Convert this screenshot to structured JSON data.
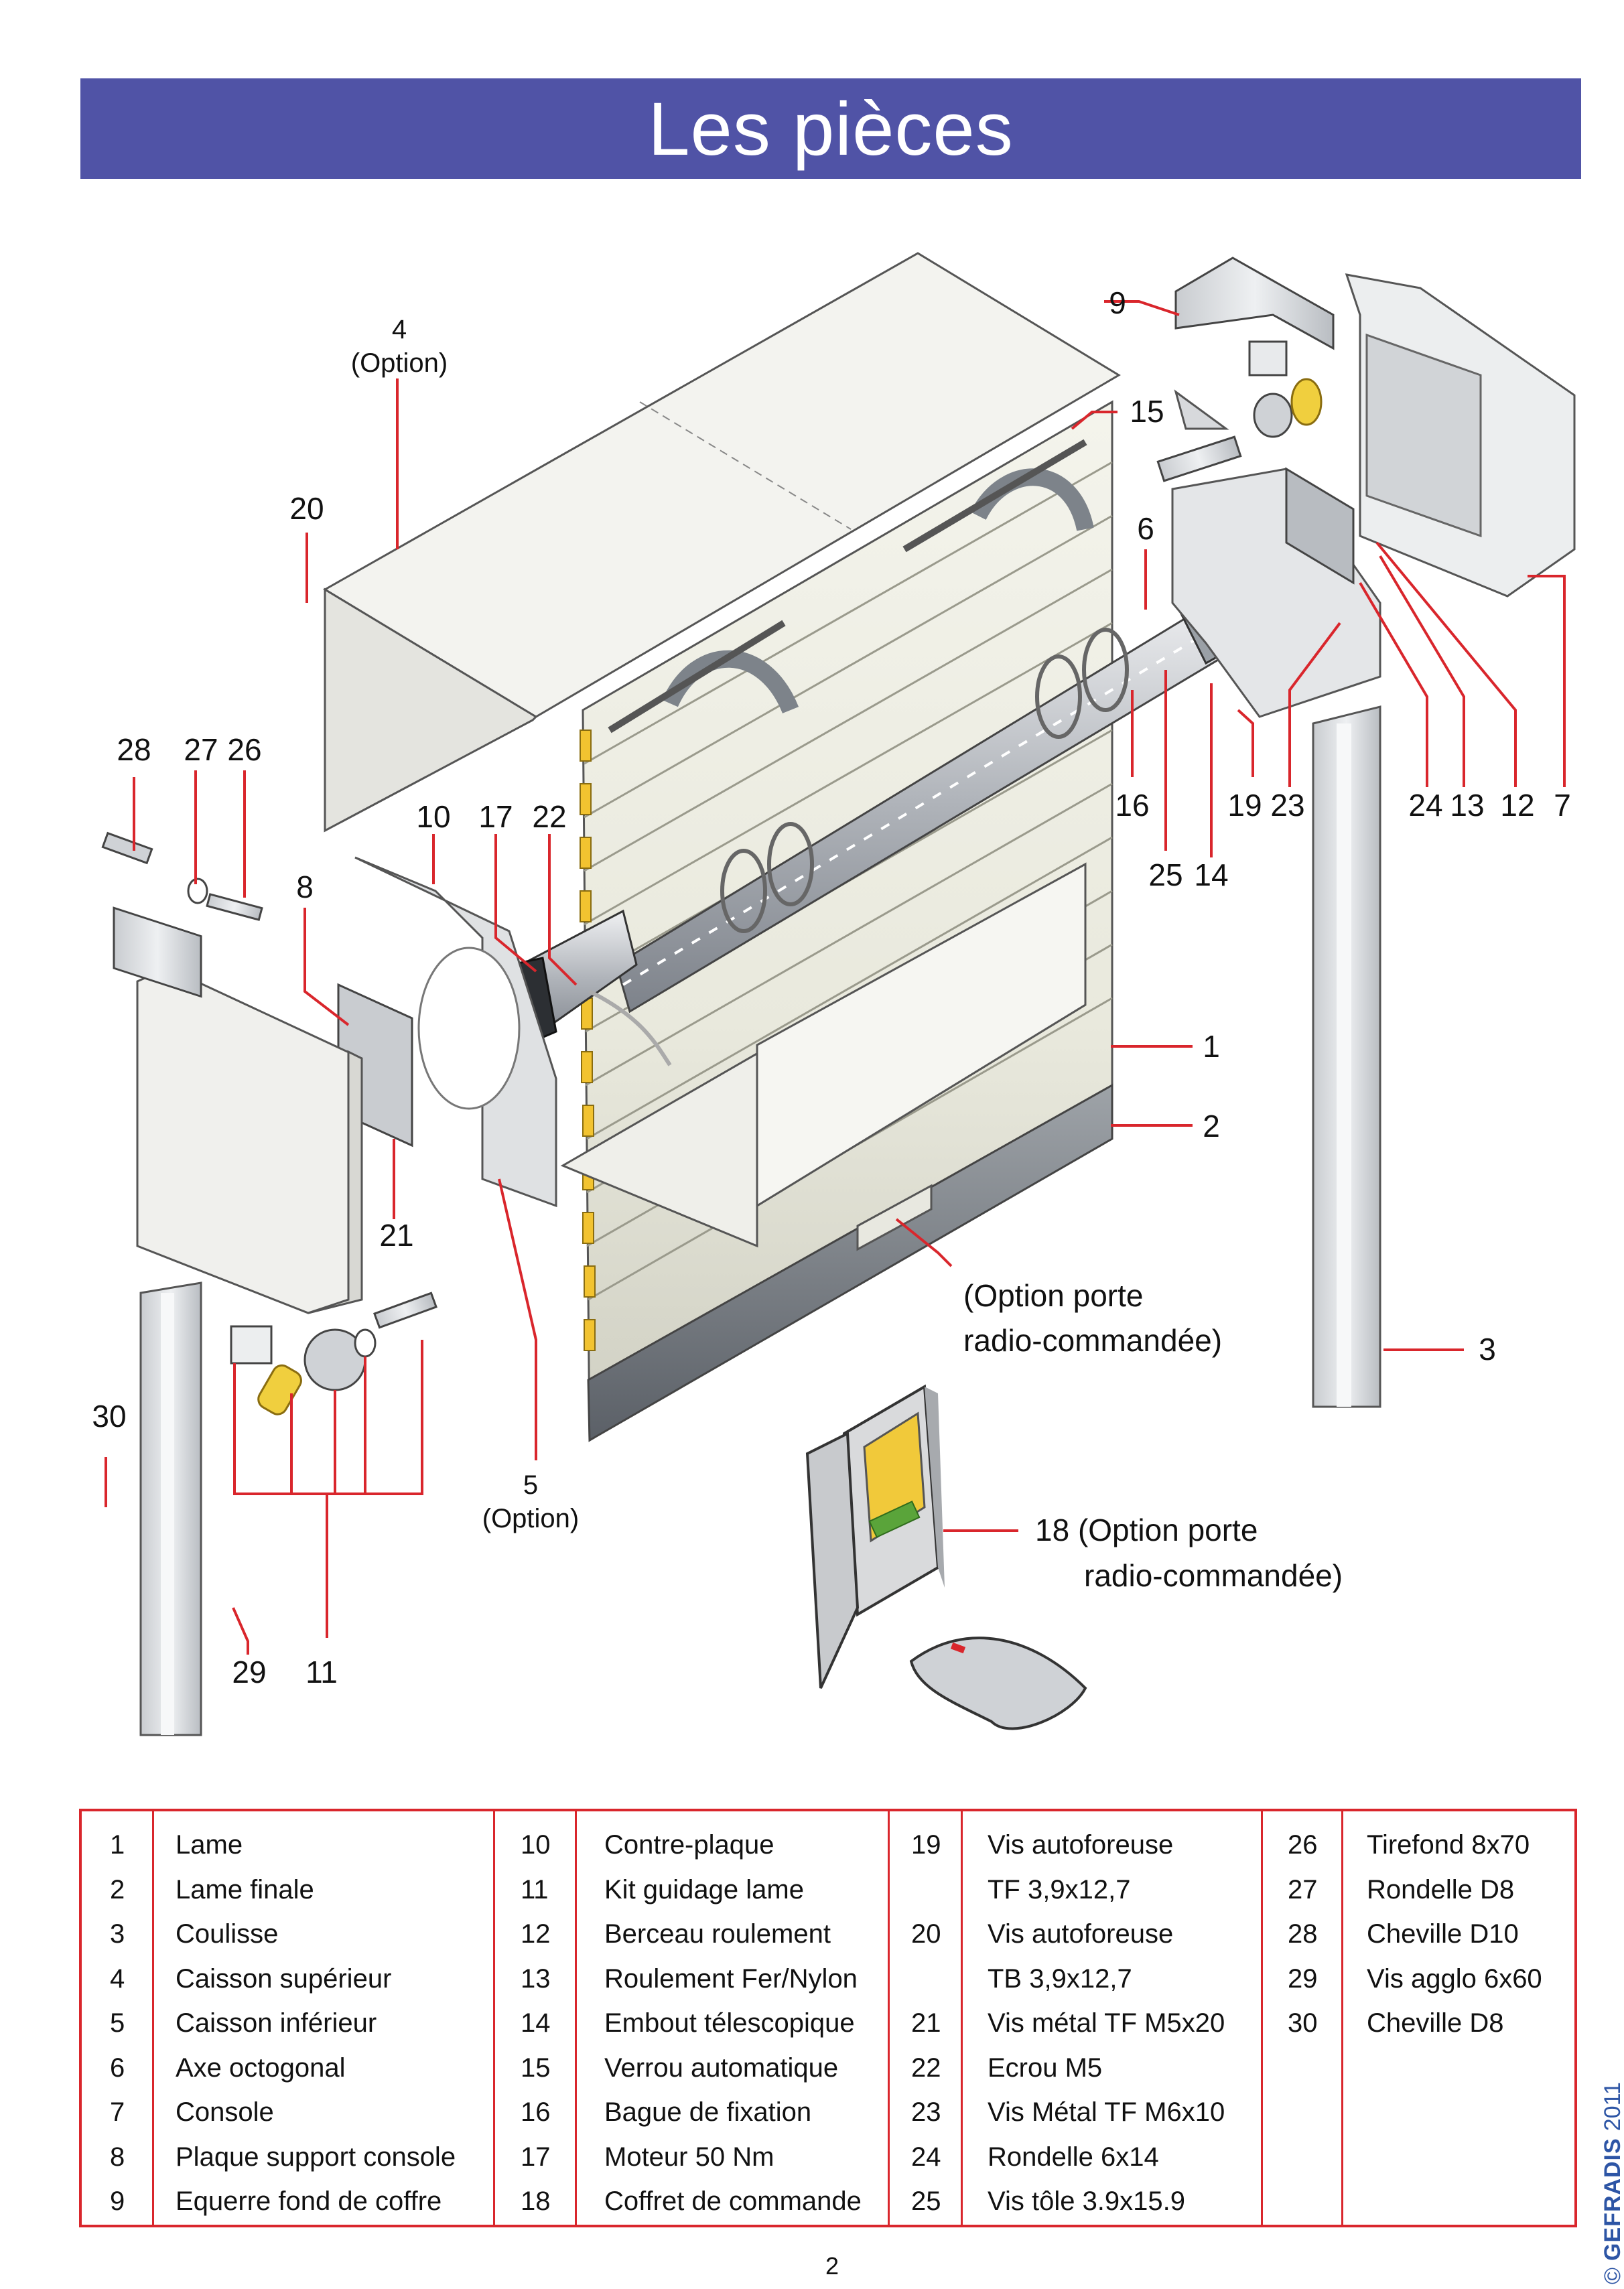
{
  "title": "Les pièces",
  "callouts": {
    "c1": "1",
    "c2": "2",
    "c3": "3",
    "c4": "4",
    "c4b": "(Option)",
    "c5": "5",
    "c5b": "(Option)",
    "c6": "6",
    "c7": "7",
    "c8": "8",
    "c9": "9",
    "c10": "10",
    "c11": "11",
    "c12": "12",
    "c13": "13",
    "c14": "14",
    "c15": "15",
    "c16": "16",
    "c17": "17",
    "c18": "18 (Option porte",
    "c18b": "radio-commandée)",
    "c19": "19",
    "c20": "20",
    "c21": "21",
    "c22": "22",
    "c23": "23",
    "c24": "24",
    "c25": "25",
    "c26": "26",
    "c27": "27",
    "c28": "28",
    "c29": "29",
    "c30": "30",
    "opt1": "(Option porte",
    "opt2": "radio-commandée)"
  },
  "parts": {
    "col1": [
      {
        "num": "1",
        "name": "Lame"
      },
      {
        "num": "2",
        "name": "Lame finale"
      },
      {
        "num": "3",
        "name": "Coulisse"
      },
      {
        "num": "4",
        "name": "Caisson supérieur"
      },
      {
        "num": "5",
        "name": "Caisson inférieur"
      },
      {
        "num": "6",
        "name": "Axe octogonal"
      },
      {
        "num": "7",
        "name": "Console"
      },
      {
        "num": "8",
        "name": "Plaque support console"
      },
      {
        "num": "9",
        "name": "Equerre fond de coffre"
      }
    ],
    "col2": [
      {
        "num": "10",
        "name": "Contre-plaque"
      },
      {
        "num": "11",
        "name": "Kit guidage lame"
      },
      {
        "num": "12",
        "name": "Berceau roulement"
      },
      {
        "num": "13",
        "name": "Roulement Fer/Nylon"
      },
      {
        "num": "14",
        "name": "Embout télescopique"
      },
      {
        "num": "15",
        "name": "Verrou automatique"
      },
      {
        "num": "16",
        "name": "Bague de fixation"
      },
      {
        "num": "17",
        "name": "Moteur 50 Nm"
      },
      {
        "num": "18",
        "name": "Coffret de commande"
      }
    ],
    "col3": [
      {
        "num": "19",
        "name": "Vis autoforeuse",
        "name2": "TF 3,9x12,7"
      },
      {
        "num": "20",
        "name": "Vis autoforeuse",
        "name2": "TB 3,9x12,7"
      },
      {
        "num": "21",
        "name": "Vis métal TF M5x20"
      },
      {
        "num": "22",
        "name": "Ecrou M5"
      },
      {
        "num": "23",
        "name": "Vis Métal TF M6x10"
      },
      {
        "num": "24",
        "name": "Rondelle 6x14"
      },
      {
        "num": "25",
        "name": "Vis tôle 3.9x15.9"
      }
    ],
    "col4": [
      {
        "num": "26",
        "name": "Tirefond 8x70"
      },
      {
        "num": "27",
        "name": "Rondelle D8"
      },
      {
        "num": "28",
        "name": "Cheville D10"
      },
      {
        "num": "29",
        "name": "Vis agglo 6x60"
      },
      {
        "num": "30",
        "name": "Cheville D8"
      }
    ]
  },
  "page_number": "2",
  "brand": "GEFRADIS",
  "year": "2011",
  "colors": {
    "banner": "#5053a6",
    "accent": "#d9262c",
    "brand": "#2d55a5"
  }
}
